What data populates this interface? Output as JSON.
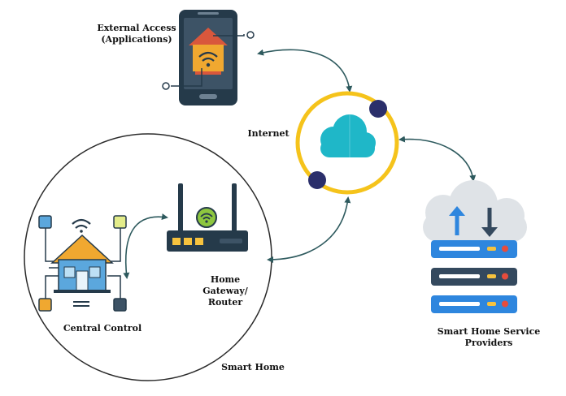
{
  "labels": {
    "external_access": "External Access\n(Applications)",
    "internet": "Internet",
    "home_gateway": "Home\nGateway/\nRouter",
    "central_control": "Central Control",
    "smart_home": "Smart Home",
    "service_providers": "Smart Home Service\nProviders"
  },
  "colors": {
    "navy": "#253a4a",
    "house_orange": "#f0a830",
    "roof_red": "#d9573c",
    "cloud_cyan": "#1fb7c8",
    "ring_yellow": "#f5c31b",
    "dot_navy": "#2b2f6b",
    "house_blue": "#5ba7dd",
    "server_blue": "#2e86de",
    "server_dark": "#34495e",
    "cloud_gray": "#dfe3e7",
    "arrow_teal": "#2e5a5e",
    "wifi_green": "#8dc63f",
    "led_yellow": "#f6c23e"
  },
  "icons": [
    "smartphone-icon",
    "smart-house-icon",
    "wifi-icon",
    "cloud-icon",
    "router-icon",
    "server-stack-icon",
    "upload-arrow-icon",
    "download-arrow-icon"
  ]
}
